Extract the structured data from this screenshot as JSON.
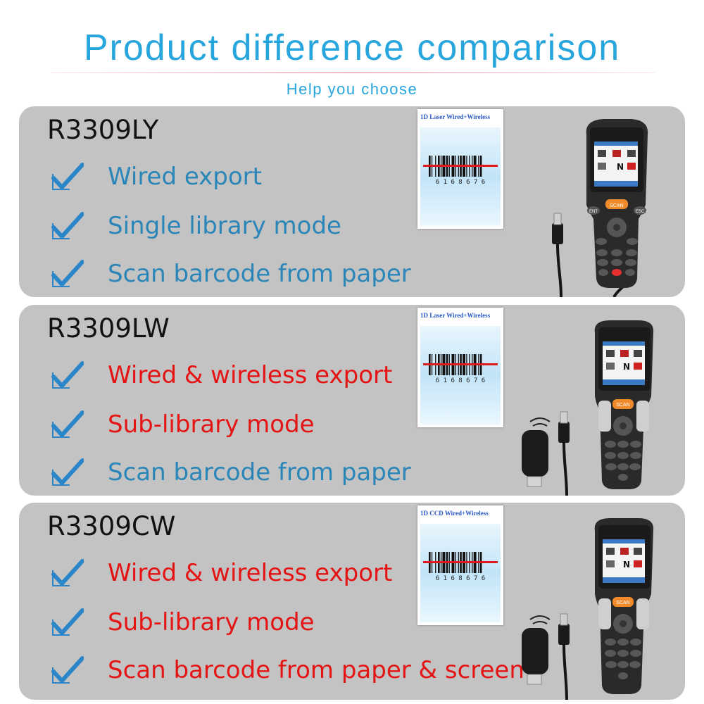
{
  "header": {
    "title": "Product difference comparison",
    "subtitle": "Help you choose"
  },
  "panels": [
    {
      "model": "R3309LY",
      "card_label": "1D Laser Wired+Wireless",
      "barcode_digits": "6 1 6 8 6 7 6",
      "features": [
        {
          "text": "Wired export",
          "color": "#2a86b8"
        },
        {
          "text": "Single library mode",
          "color": "#2a86b8"
        },
        {
          "text": "Scan  barcode from paper",
          "color": "#2a86b8"
        }
      ]
    },
    {
      "model": "R3309LW",
      "card_label": "1D Laser Wired+Wireless",
      "barcode_digits": "6 1 6 8 6 7 6",
      "features": [
        {
          "text": "Wired & wireless export",
          "color": "#e41414"
        },
        {
          "text": "Sub-library mode",
          "color": "#e41414"
        },
        {
          "text": "Scan  barcode from paper",
          "color": "#2a86b8"
        }
      ]
    },
    {
      "model": "R3309CW",
      "card_label": "1D CCD Wired+Wireless",
      "barcode_digits": "6 1 6 8 6 7 6",
      "features": [
        {
          "text": "Wired & wireless export",
          "color": "#e41414"
        },
        {
          "text": "Sub-library mode",
          "color": "#e41414"
        },
        {
          "text": "Scan  barcode from paper & screen",
          "color": "#e41414"
        }
      ]
    }
  ],
  "device": {
    "scan_key": "SCAN",
    "ent_key": "ENT",
    "esc_key": "ESC"
  },
  "icons": {
    "check": "check-icon",
    "barcode": "barcode-icon",
    "scanner": "handheld-scanner-icon",
    "usb_cable": "usb-cable-icon",
    "wireless_dongle": "wireless-dongle-icon"
  },
  "colors": {
    "title": "#27a5dd",
    "panel": "#c3c3c3",
    "check": "#2a86c8",
    "blue_text": "#2a86b8",
    "red_text": "#e41414",
    "laser_line": "#e01a1a"
  }
}
